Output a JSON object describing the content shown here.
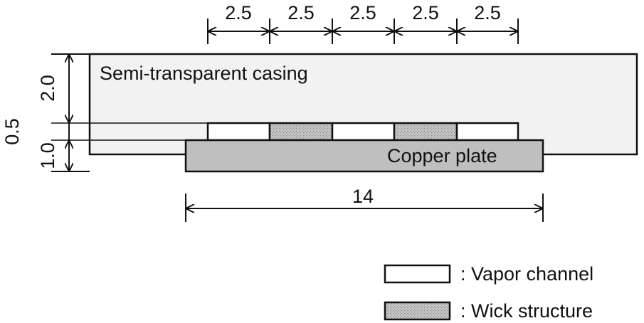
{
  "labels": {
    "casing": "Semi-transparent casing",
    "copper": "Copper plate"
  },
  "dimensions": {
    "segments": [
      "2.5",
      "2.5",
      "2.5",
      "2.5",
      "2.5"
    ],
    "casing_height": "2.0",
    "channel_height": "0.5",
    "plate_height": "1.0",
    "plate_width": "14"
  },
  "legend": {
    "vapor": ": Vapor channel",
    "wick": ": Wick structure"
  },
  "colors": {
    "casing_fill": "#f2f2f2",
    "copper_fill": "#bfbfbf",
    "stroke": "#111111",
    "wick_fill": "#c8c8c8",
    "wick_dot": "#8a8a8a"
  }
}
